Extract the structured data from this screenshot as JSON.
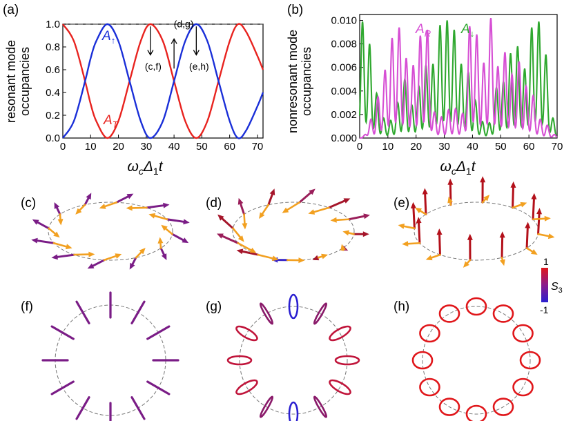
{
  "panels": {
    "a": "(a)",
    "b": "(b)",
    "c": "(c)",
    "d": "(d)",
    "e": "(e)",
    "f": "(f)",
    "g": "(g)",
    "h": "(h)"
  },
  "colors": {
    "A_T": "#e8231f",
    "A_up": "#1a2fd8",
    "A_R": "#d64fd4",
    "A_down": "#2fa82f",
    "arrow_orange": "#f2a020",
    "s3_high": "#e0161a",
    "s3_low": "#2a1fd0"
  },
  "chart_data": [
    {
      "type": "line",
      "panel": "a",
      "ylabel_line1": "resonant mode",
      "ylabel_line2": "occupancies",
      "xlabel": "ω_cΔ_1t",
      "xlim": [
        0,
        72
      ],
      "ylim": [
        0,
        1
      ],
      "xticks": [
        "0",
        "10",
        "20",
        "30",
        "40",
        "50",
        "60",
        "70"
      ],
      "yticks": [
        "0.0",
        "0.2",
        "0.4",
        "0.6",
        "0.8",
        "1.0"
      ],
      "dashed_reference_y": 1.0,
      "series": [
        {
          "name": "A_T",
          "color": "#e8231f",
          "x": [
            0,
            4,
            8,
            10,
            12,
            16,
            20,
            24,
            28,
            31.5,
            36,
            40,
            44,
            48,
            52,
            56,
            60,
            63,
            66,
            70,
            72
          ],
          "y": [
            1.0,
            0.85,
            0.5,
            0.3,
            0.15,
            0.0,
            0.15,
            0.5,
            0.85,
            1.0,
            0.85,
            0.5,
            0.15,
            0.0,
            0.15,
            0.5,
            0.85,
            1.0,
            0.93,
            0.72,
            0.6
          ]
        },
        {
          "name": "A_↑",
          "color": "#1a2fd8",
          "x": [
            0,
            4,
            8,
            10,
            12,
            16,
            20,
            24,
            28,
            31.5,
            36,
            40,
            44,
            48,
            52,
            56,
            60,
            63,
            66,
            70,
            72
          ],
          "y": [
            0.0,
            0.15,
            0.5,
            0.7,
            0.85,
            1.0,
            0.85,
            0.5,
            0.15,
            0.0,
            0.15,
            0.5,
            0.85,
            1.0,
            0.85,
            0.5,
            0.15,
            0.0,
            0.07,
            0.28,
            0.4
          ]
        }
      ],
      "labels": {
        "A_T": "A",
        "A_T_sub": "T",
        "A_up": "A",
        "A_up_sub": "↑"
      },
      "annotations": [
        {
          "text": "(c,f)",
          "x": 31.5,
          "direction": "down"
        },
        {
          "text": "(d,g)",
          "x": 40,
          "direction": "up"
        },
        {
          "text": "(e,h)",
          "x": 48,
          "direction": "down"
        }
      ]
    },
    {
      "type": "line",
      "panel": "b",
      "ylabel_line1": "nonresonant mode",
      "ylabel_line2": "occupancies",
      "xlabel": "ω_cΔ_1t",
      "xlim": [
        0,
        70
      ],
      "ylim": [
        0,
        0.0105
      ],
      "xticks": [
        "0",
        "10",
        "20",
        "30",
        "40",
        "50",
        "60",
        "70"
      ],
      "yticks": [
        "0.000",
        "0.002",
        "0.004",
        "0.006",
        "0.008",
        "0.010"
      ],
      "series": [
        {
          "name": "A_R",
          "color": "#d64fd4",
          "peaks_x": [
            2,
            4,
            6.5,
            9,
            11.5,
            14,
            16.5,
            19,
            21.5,
            24,
            26.5,
            29,
            31.5,
            34,
            36.5,
            39,
            41.5,
            44,
            46.5,
            49,
            51.5,
            54,
            56.5,
            59,
            61.5,
            64,
            66.5,
            69
          ],
          "peaks_y": [
            0.0003,
            0.0016,
            0.0035,
            0.0058,
            0.0085,
            0.0094,
            0.0068,
            0.0062,
            0.0087,
            0.0092,
            0.0022,
            0.0018,
            0.0024,
            0.0025,
            0.0021,
            0.0095,
            0.0088,
            0.0064,
            0.0102,
            0.0061,
            0.0073,
            0.0054,
            0.0065,
            0.0044,
            0.0036,
            0.0016,
            0.0011,
            0.0003
          ]
        },
        {
          "name": "A_↓",
          "color": "#2fa82f",
          "peaks_x": [
            1,
            3.5,
            6,
            8.5,
            11,
            13.5,
            16,
            18.5,
            21,
            23.5,
            26,
            28.5,
            31,
            33.5,
            36,
            38.5,
            41,
            43.5,
            46,
            48.5,
            51,
            53.5,
            56,
            58.5,
            61,
            63.5,
            66,
            68.5
          ],
          "peaks_y": [
            0.0099,
            0.008,
            0.0038,
            0.0017,
            0.0015,
            0.003,
            0.005,
            0.0028,
            0.0044,
            0.0062,
            0.0063,
            0.0096,
            0.01,
            0.0092,
            0.0063,
            0.0056,
            0.0032,
            0.0014,
            0.0013,
            0.0043,
            0.0048,
            0.0072,
            0.0078,
            0.0059,
            0.0094,
            0.0099,
            0.0071,
            0.0017
          ]
        }
      ],
      "labels": {
        "A_R": "A",
        "A_R_sub": "R",
        "A_down": "A",
        "A_down_sub": "↓"
      }
    }
  ],
  "colorbar": {
    "label": "S",
    "label_sub": "3",
    "max_label": "1",
    "min_label": "-1"
  },
  "icons": {
    "arrow_glyph": "arrow-icon",
    "ellipse_glyph": "polarization-ellipse-icon"
  }
}
